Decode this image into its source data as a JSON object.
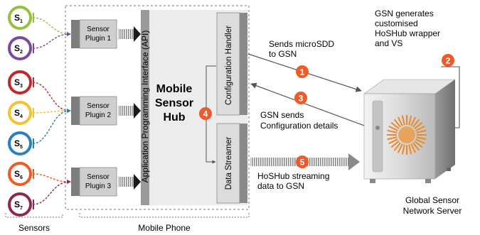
{
  "sensors": [
    {
      "id": "S",
      "sub": "1",
      "color": "#94c23c"
    },
    {
      "id": "S",
      "sub": "2",
      "color": "#7a4a9c"
    },
    {
      "id": "S",
      "sub": "3",
      "color": "#c1272d"
    },
    {
      "id": "S",
      "sub": "4",
      "color": "#f2c230"
    },
    {
      "id": "S",
      "sub": "5",
      "color": "#2a7fc1"
    },
    {
      "id": "S",
      "sub": "6",
      "color": "#f15a24"
    },
    {
      "id": "S",
      "sub": "7",
      "color": "#8e2a4d"
    }
  ],
  "plugins": [
    {
      "line1": "Sensor",
      "line2": "Plugin 1"
    },
    {
      "line1": "Sensor",
      "line2": "Plugin 2"
    },
    {
      "line1": "Sensor",
      "line2": "Plugin 3"
    }
  ],
  "api_label": "Application Programming Interface (API)",
  "hub_label": [
    "Mobile",
    "Sensor",
    "Hub"
  ],
  "config_handler": "Configuration Handler",
  "data_streamer": "Data Streamer",
  "steps": {
    "s1": {
      "num": "1",
      "lines": [
        "Sends microSDD",
        "to GSN"
      ]
    },
    "s2": {
      "num": "2",
      "lines": [
        "GSN generates",
        "customised",
        "HoSHub wrapper",
        "and VS"
      ]
    },
    "s3": {
      "num": "3",
      "lines": [
        "GSN sends",
        "Configuration details"
      ]
    },
    "s4": {
      "num": "4"
    },
    "s5": {
      "num": "5",
      "lines": [
        "HoSHub streaming",
        "data to GSN"
      ]
    }
  },
  "server_label": [
    "Global Sensor",
    "Network Server"
  ],
  "bottom": {
    "sensors": "Sensors",
    "phone": "Mobile Phone"
  },
  "colors": {
    "badge": "#f05a28",
    "sensor_line": "#3a3a3a"
  }
}
